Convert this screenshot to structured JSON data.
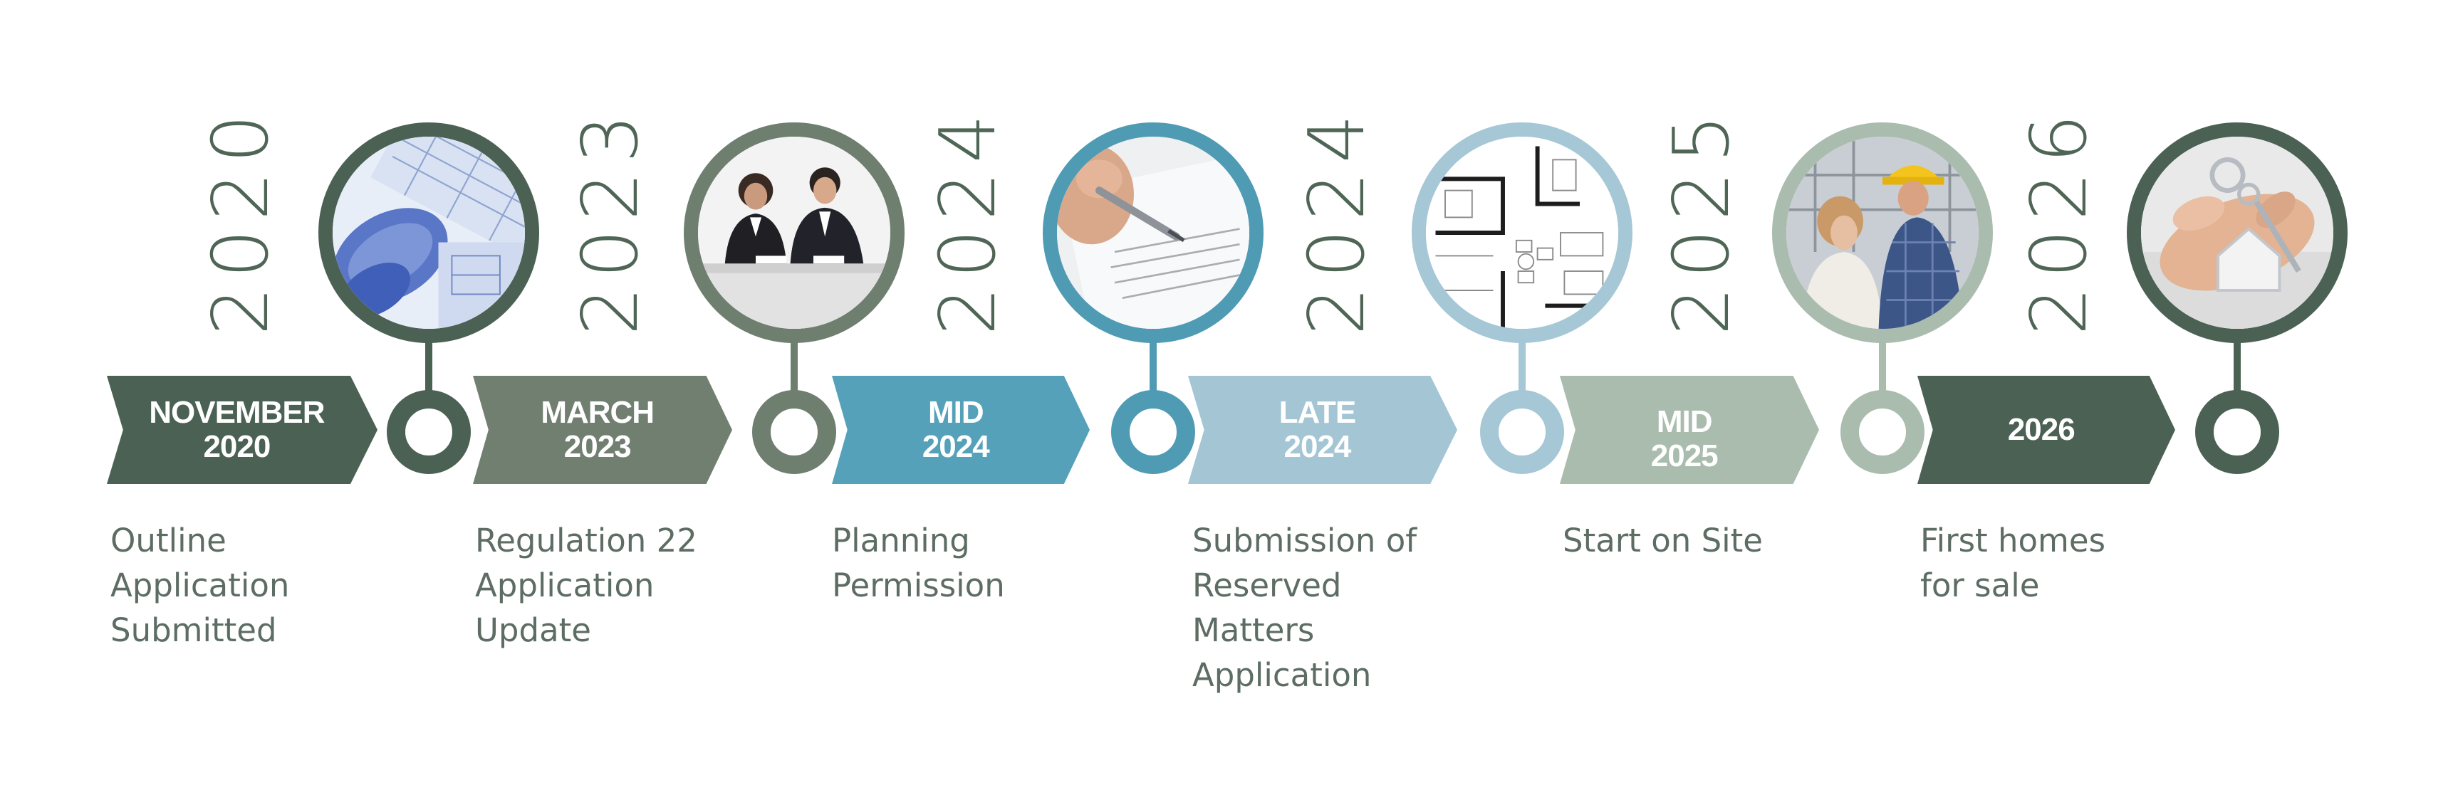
{
  "timeline": {
    "milestones": [
      {
        "year": "2020",
        "chevron_line1": "NOVEMBER",
        "chevron_line2": "2020",
        "description": "Outline\nApplication\nSubmitted",
        "photo_subject": "rolled architectural blueprints",
        "ring_color": "#4a6153",
        "chevron_color": "#4a6153"
      },
      {
        "year": "2023",
        "chevron_line1": "MARCH",
        "chevron_line2": "2023",
        "description": "Regulation 22\nApplication\nUpdate",
        "photo_subject": "two business people signing documents",
        "ring_color": "#6e7e6f",
        "chevron_color": "#717f70"
      },
      {
        "year": "2024",
        "chevron_line1": "MID",
        "chevron_line2": "2024",
        "description": "Planning\nPermission",
        "photo_subject": "hand signing a form with a pen",
        "ring_color": "#4f9bb4",
        "chevron_color": "#55a1b9"
      },
      {
        "year": "2024",
        "chevron_line1": "LATE",
        "chevron_line2": "2024",
        "description": "Submission of\nReserved\nMatters\nApplication",
        "photo_subject": "floor plan drawing",
        "ring_color": "#a6c7d6",
        "chevron_color": "#a3c5d4"
      },
      {
        "year": "2025",
        "chevron_line1": "MID",
        "chevron_line2": "2025",
        "description": "Start on Site",
        "photo_subject": "construction worker in hard hat with client",
        "ring_color": "#a9bcae",
        "chevron_color": "#a9bcae"
      },
      {
        "year": "2026",
        "chevron_line1": "2026",
        "chevron_line2": "",
        "description": "First homes\nfor sale",
        "photo_subject": "hand holding house keys",
        "ring_color": "#4a6153",
        "chevron_color": "#4a6153"
      }
    ]
  }
}
